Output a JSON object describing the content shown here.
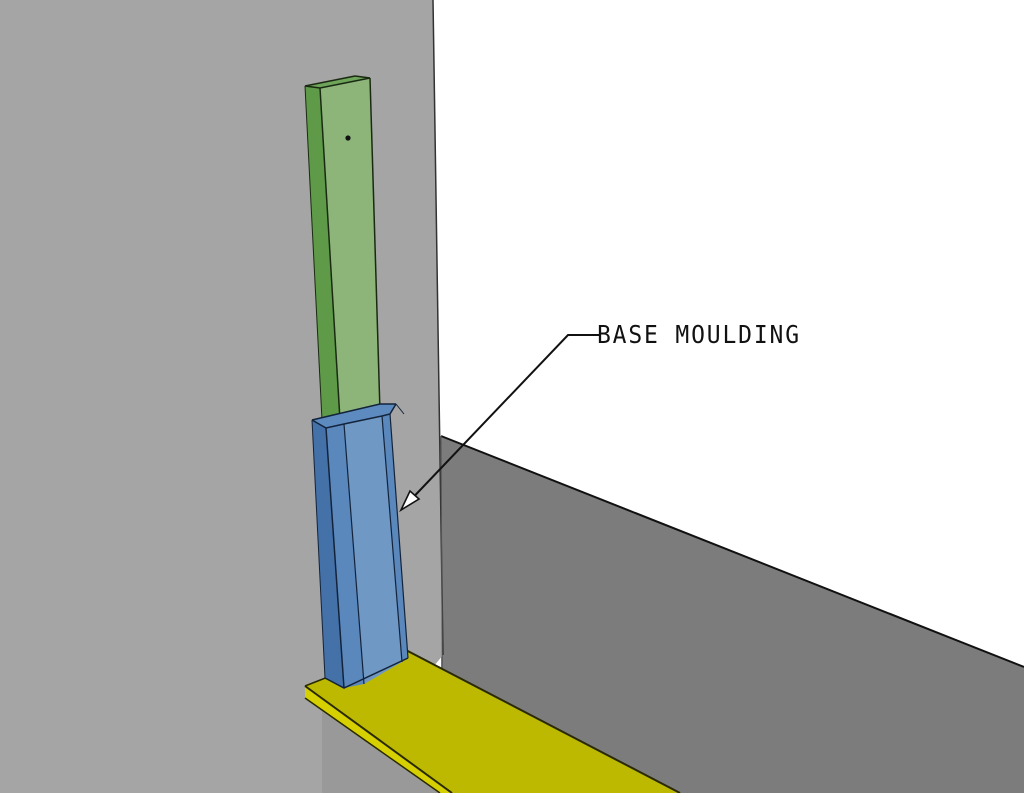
{
  "diagram": {
    "type": "3d-construction-illustration",
    "callout": {
      "label": "BASE MOULDING",
      "target": "blue-base-moulding-profile"
    },
    "components": [
      {
        "name": "wall-left",
        "color": "#a5a5a5"
      },
      {
        "name": "wall-back-upper",
        "color": "#ffffff"
      },
      {
        "name": "wall-back-lower",
        "color": "#7c7c7c"
      },
      {
        "name": "green-stud",
        "color": "#8db57a",
        "side_color": "#5e9a48"
      },
      {
        "name": "base-moulding",
        "color": "#6f98c4",
        "side_color": "#4471a8"
      },
      {
        "name": "floor-board",
        "color": "#bdb800",
        "edge_color": "#c9c400"
      }
    ]
  }
}
